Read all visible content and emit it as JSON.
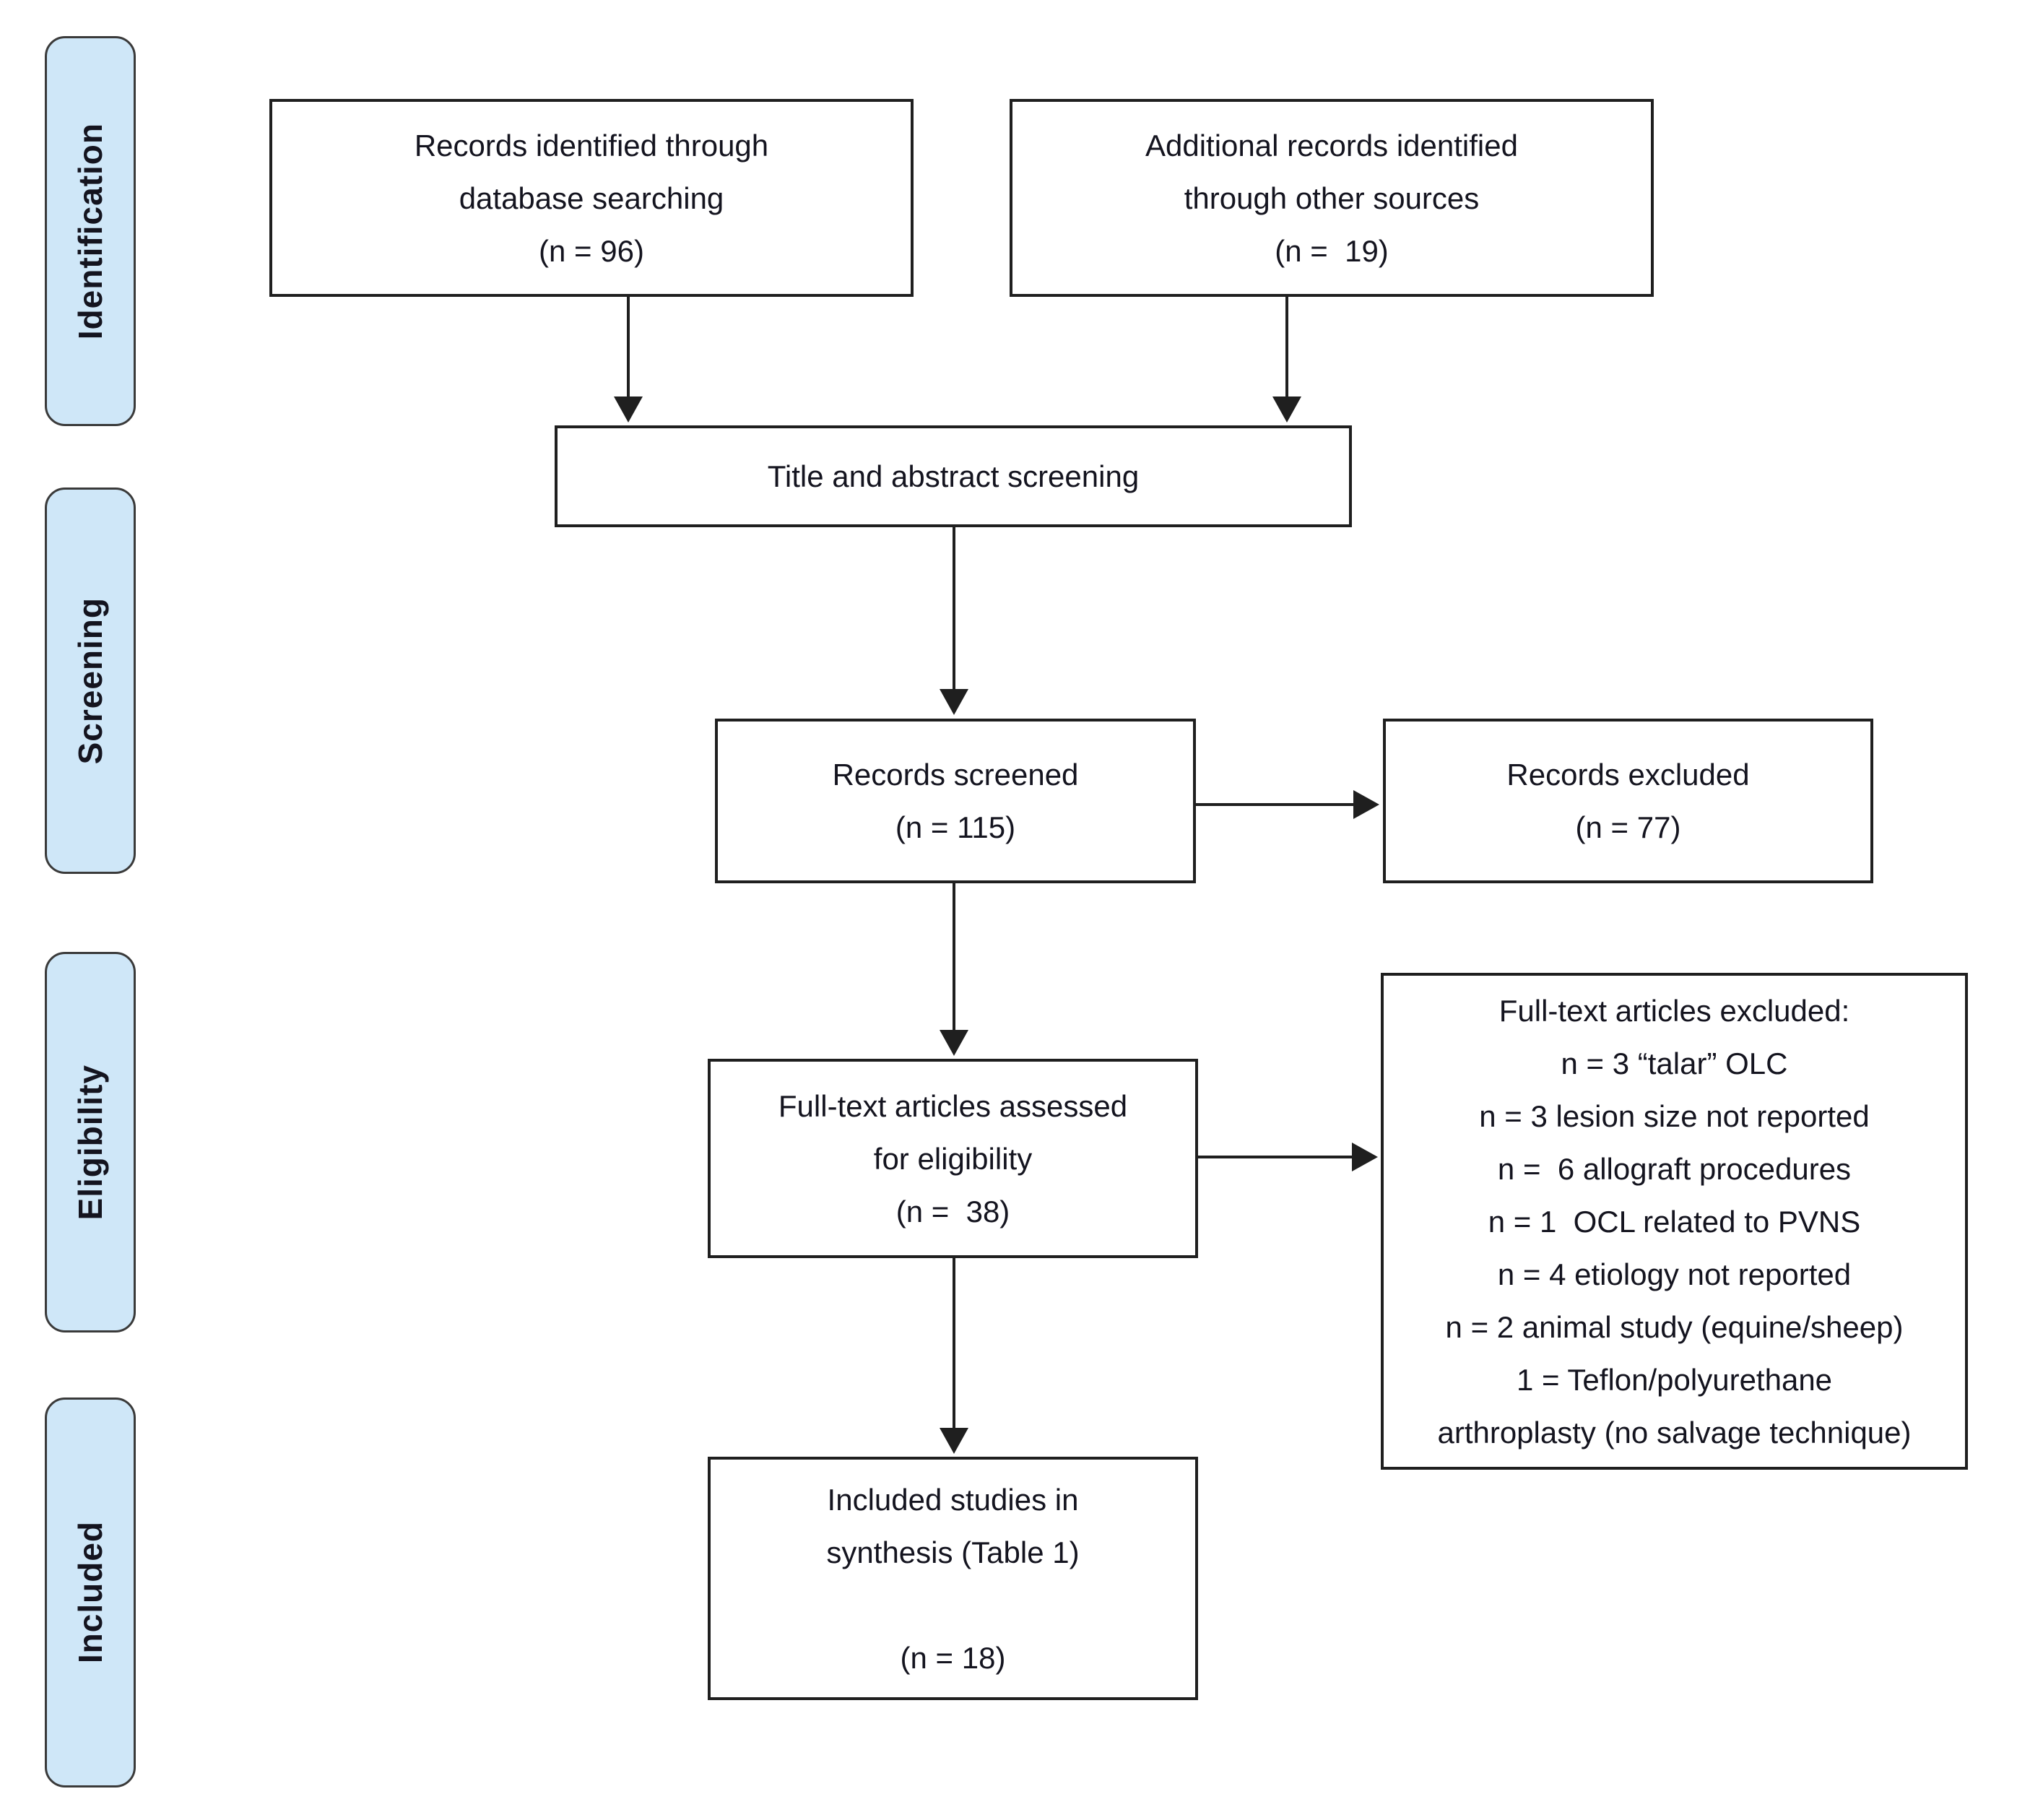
{
  "diagram": {
    "type": "prisma-flow",
    "stages": [
      {
        "label": "Identification"
      },
      {
        "label": "Screening"
      },
      {
        "label": "Eligibility"
      },
      {
        "label": "Included"
      }
    ],
    "boxes": {
      "db_search": {
        "lines": [
          "Records identified through",
          "database searching",
          "(n = 96)"
        ]
      },
      "other_sources": {
        "lines": [
          "Additional records identified",
          "through other sources",
          "(n =  19)"
        ]
      },
      "title_abstract": {
        "lines": [
          "Title and abstract screening"
        ]
      },
      "records_screened": {
        "lines": [
          "Records screened",
          "(n = 115)"
        ]
      },
      "records_excluded": {
        "lines": [
          "Records excluded",
          "(n = 77)"
        ]
      },
      "fulltext_assessed": {
        "lines": [
          "Full-text articles assessed",
          "for eligibility",
          "(n =  38)"
        ]
      },
      "fulltext_excluded": {
        "lines": [
          "Full-text articles excluded:",
          "n = 3 “talar” OLC",
          "n = 3 lesion size not reported",
          "n =  6 allograft procedures",
          "n = 1  OCL related to PVNS",
          "n = 4 etiology not reported",
          "n = 2 animal study (equine/sheep)",
          "1 = Teflon/polyurethane",
          "arthroplasty (no salvage technique)"
        ]
      },
      "included_studies": {
        "lines": [
          "Included studies in",
          "synthesis (Table 1)",
          "",
          "(n = 18)"
        ]
      }
    },
    "colors": {
      "stage_fill": "#cfe7f8",
      "stage_border": "#3a3a3a",
      "box_border": "#1f1f1f",
      "line_color": "#1f1f1f",
      "text_color": "#14141f"
    }
  }
}
